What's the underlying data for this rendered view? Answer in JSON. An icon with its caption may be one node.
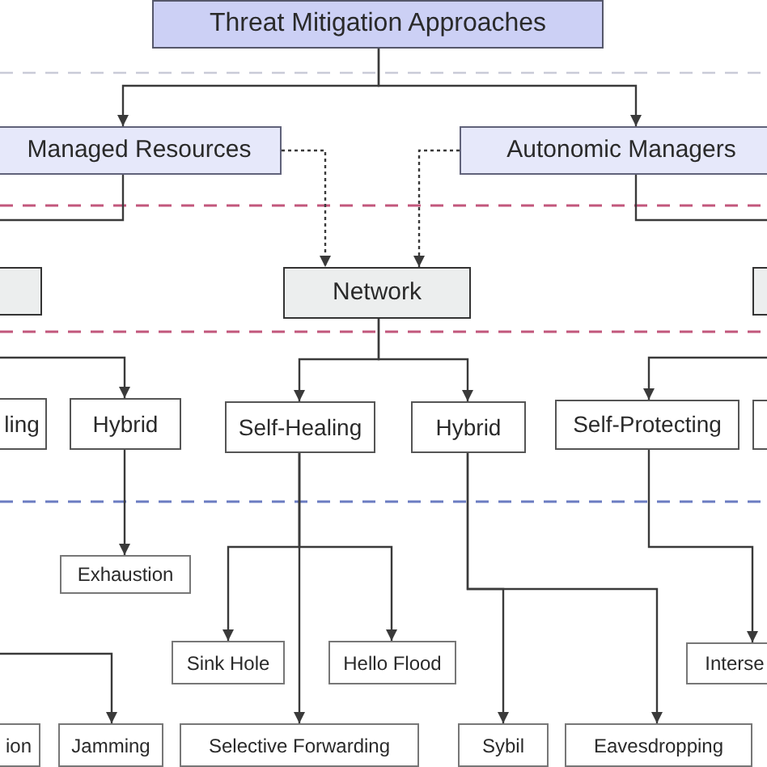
{
  "diagram": {
    "nodes": [
      {
        "text": [
          "Threat Mitigation Approaches"
        ]
      },
      {
        "text": [
          "Managed Resources"
        ]
      },
      {
        "text": [
          "Autonomic Managers"
        ]
      },
      {
        "text": [],
        "shape": "box"
      },
      {
        "text": [
          "Network"
        ]
      },
      {
        "text": [],
        "shape": "box"
      },
      {
        "text": [
          "ling"
        ]
      },
      {
        "text": [
          "Hybrid"
        ]
      },
      {
        "text": [
          "Self-Healing"
        ]
      },
      {
        "text": [
          "Hybrid"
        ]
      },
      {
        "text": [
          "Self-Protecting"
        ]
      },
      {
        "text": [],
        "shape": "box"
      },
      {
        "text": [
          "Exhaustion"
        ]
      },
      {
        "text": [
          "Sink Hole"
        ]
      },
      {
        "text": [
          "Hello Flood"
        ]
      },
      {
        "text": [
          "Interse"
        ]
      },
      {
        "text": [
          "ion"
        ]
      },
      {
        "text": [
          "Jamming"
        ]
      },
      {
        "text": [
          "Selective Forwarding"
        ]
      },
      {
        "text": [
          "Sybil"
        ]
      },
      {
        "text": [
          "Eavesdropping"
        ]
      }
    ],
    "edges": [
      {
        "from": 0,
        "to": 1,
        "arrow": "to"
      },
      {
        "from": 0,
        "to": 2,
        "arrow": "to"
      },
      {
        "from": 1,
        "to": 4,
        "arrow": "to",
        "style": "dashed"
      },
      {
        "from": 2,
        "to": 4,
        "arrow": "to",
        "style": "dashed"
      },
      {
        "from": 1,
        "to": null,
        "arrow": "none"
      },
      {
        "from": 2,
        "to": null,
        "arrow": "none"
      },
      {
        "from": 4,
        "to": 8,
        "arrow": "to"
      },
      {
        "from": 4,
        "to": 9,
        "arrow": "to"
      },
      {
        "from": null,
        "to": 7,
        "arrow": "to"
      },
      {
        "from": null,
        "to": 10,
        "arrow": "to"
      },
      {
        "from": 7,
        "to": 12,
        "arrow": "to"
      },
      {
        "from": 8,
        "to": 13,
        "arrow": "to"
      },
      {
        "from": 8,
        "to": 14,
        "arrow": "to"
      },
      {
        "from": 8,
        "to": 18,
        "arrow": "to"
      },
      {
        "from": 9,
        "to": 19,
        "arrow": "to"
      },
      {
        "from": 9,
        "to": 20,
        "arrow": "to"
      },
      {
        "from": 10,
        "to": 15,
        "arrow": "to"
      },
      {
        "from": null,
        "to": 17,
        "arrow": "to"
      }
    ]
  }
}
